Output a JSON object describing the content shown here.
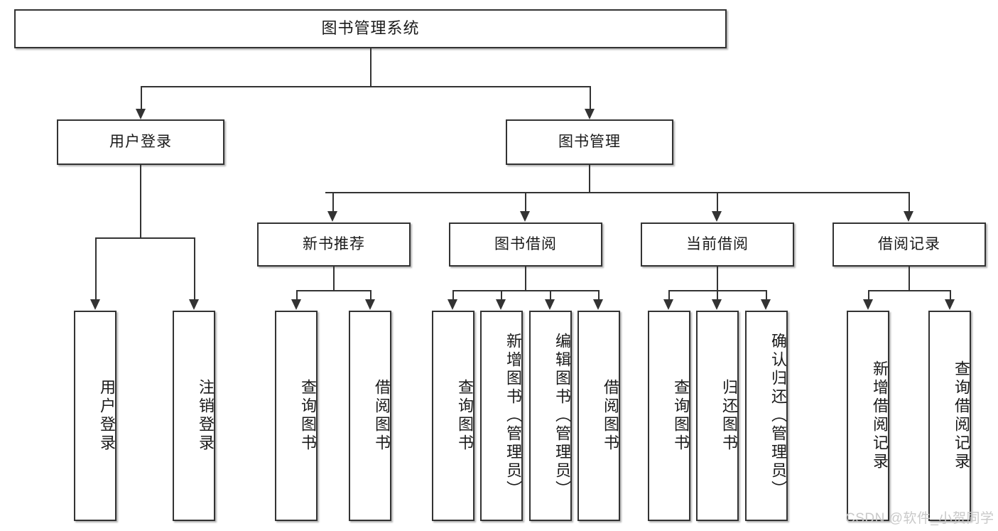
{
  "diagram": {
    "type": "tree-hierarchy-chart",
    "title": "图书管理系统",
    "root": {
      "label": "图书管理系统"
    },
    "level2": [
      {
        "label": "用户登录"
      },
      {
        "label": "图书管理"
      }
    ],
    "level3": [
      {
        "label": "新书推荐"
      },
      {
        "label": "图书借阅"
      },
      {
        "label": "当前借阅"
      },
      {
        "label": "借阅记录"
      }
    ],
    "leaves": {
      "user_login": [
        {
          "label": "用户登录"
        },
        {
          "label": "注销登录"
        }
      ],
      "new_book_recommend": [
        {
          "label": "查询图书"
        },
        {
          "label": "借阅图书"
        }
      ],
      "book_borrow": [
        {
          "label": "查询图书"
        },
        {
          "label": "新增图书（管理员）"
        },
        {
          "label": "编辑图书（管理员）"
        },
        {
          "label": "借阅图书"
        }
      ],
      "current_borrow": [
        {
          "label": "查询图书"
        },
        {
          "label": "归还图书"
        },
        {
          "label": "确认归还（管理员）"
        }
      ],
      "borrow_records": [
        {
          "label": "新增借阅记录"
        },
        {
          "label": "查询借阅记录"
        }
      ]
    }
  },
  "watermark": {
    "text": "CSDN @软件_小贺同学"
  },
  "colors": {
    "box_border": "#333333",
    "line": "#333333",
    "text": "#1a1a1a",
    "background": "#ffffff",
    "watermark": "#c9c9c9"
  }
}
